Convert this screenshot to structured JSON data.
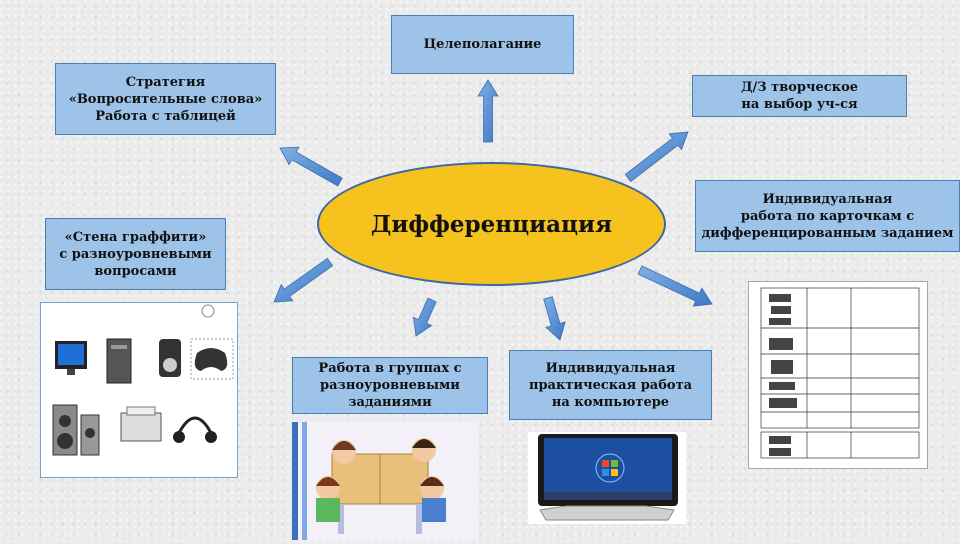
{
  "center": {
    "label": "Дифференциация"
  },
  "boxes": {
    "goal": "Целеполагание",
    "strategy": "Стратегия\n«Вопросительные слова»\nРабота с таблицей",
    "homework": "Д/З творческое\nна выбор уч-ся",
    "graffiti": "«Стена граффити»\nс разноуровневыми\nвопросами",
    "cards": "Индивидуальная\nработа по карточкам с\nдифференцированным заданием",
    "groups": "Работа в группах с\nразноуровневыми\nзаданиями",
    "computer": "Индивидуальная\nпрактическая работа\nна компьютере"
  },
  "colors": {
    "box_fill": "#9ec3e8",
    "box_border": "#4a7fb5",
    "ellipse_fill": "#f6c21d",
    "ellipse_border": "#3b66a8",
    "arrow": "#5b8fd0"
  },
  "images": {
    "devices": "computer-devices-picture",
    "kids": "children-group-work-picture",
    "monitor": "computer-monitor-picture",
    "worksheet": "worksheet-table-picture"
  }
}
